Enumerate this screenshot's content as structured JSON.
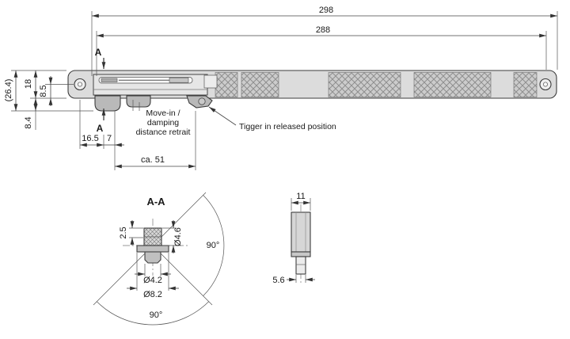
{
  "drawing": {
    "top_view": {
      "dim_overall": "298",
      "dim_inner": "288",
      "section_marker_top": "A",
      "section_marker_bottom": "A",
      "dim_total_height": "(26.4)",
      "dim_rail_height": "18",
      "dim_axis_offset": "8.5",
      "dim_hook_depth": "8.4",
      "dim_end_offset": "16.5",
      "dim_gap": "7",
      "dim_travel": "ca. 51",
      "note_line1": "Move-in /",
      "note_line2": "damping",
      "note_line3": "distance retrait",
      "trigger_note": "Tigger in released position"
    },
    "section_aa": {
      "title": "A-A",
      "dim_head": "2.5",
      "dim_dia_head": "Ø4.6",
      "dim_dia_stem": "Ø4.2",
      "dim_dia_flange": "Ø8.2",
      "angle_right": "90°",
      "angle_bottom": "90°"
    },
    "detail_view": {
      "dim_width": "11",
      "dim_stem": "5.6"
    },
    "palette": {
      "outline": "#3d3d3d",
      "dim_line": "#555555",
      "fill_light": "#dcdcdc",
      "fill_mid": "#b9b9b9",
      "background": "#ffffff"
    }
  }
}
